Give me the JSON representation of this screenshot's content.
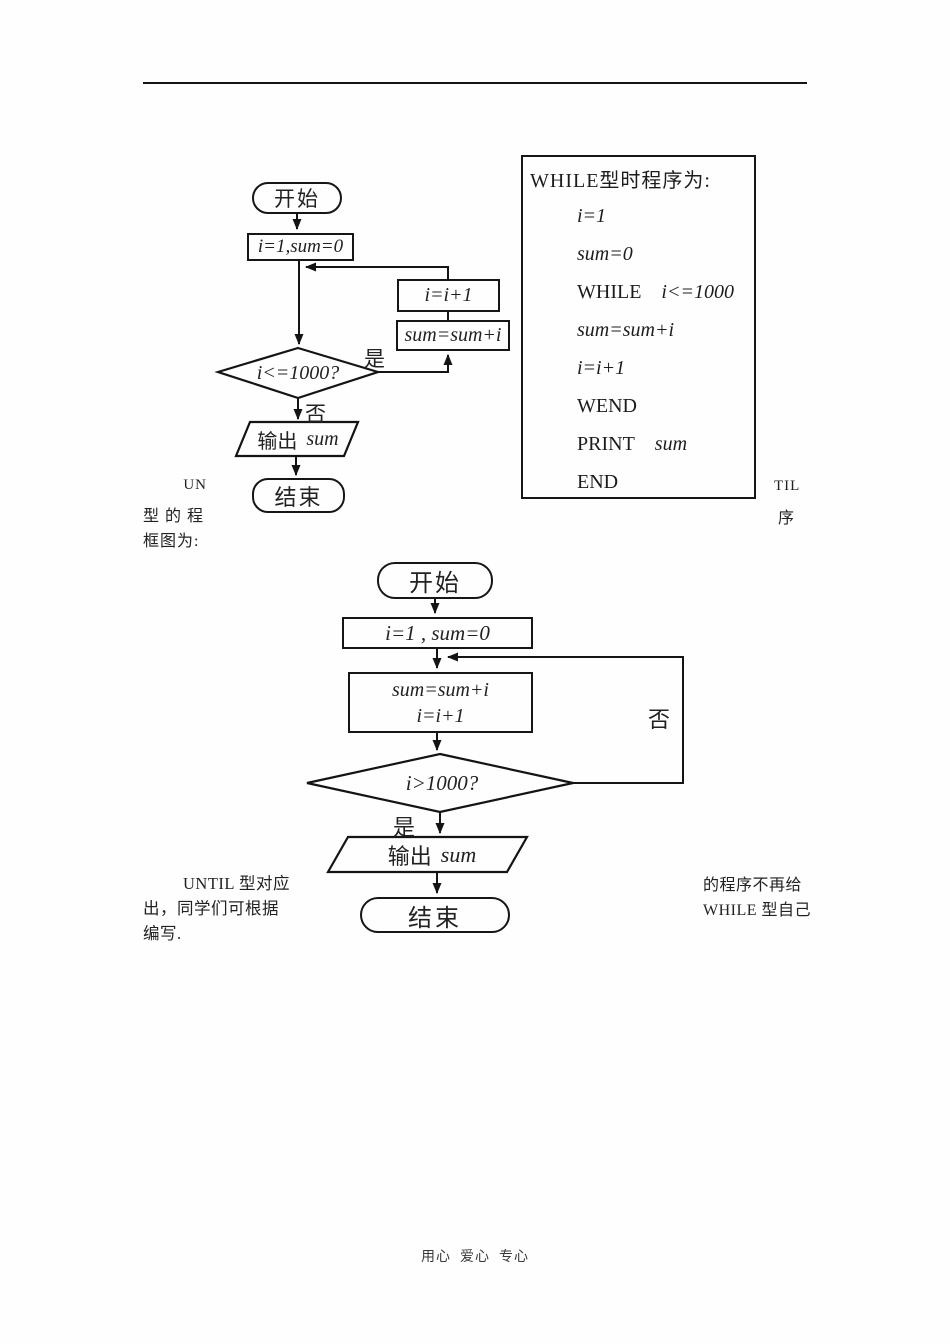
{
  "flowchart1": {
    "start_label": "开始",
    "init_label": "i=1,sum=0",
    "inc_label": "i=i+1",
    "acc_label": "sum=sum+i",
    "cond_label": "i<=1000?",
    "yes_label": "是",
    "no_label": "否",
    "output_cn": "输出",
    "output_var": "sum",
    "end_label": "结束"
  },
  "program_box": {
    "title": "WHILE型时程序为:",
    "lines": [
      {
        "kw": "",
        "expr": "i=1"
      },
      {
        "kw": "",
        "expr": "sum=0"
      },
      {
        "kw": "WHILE",
        "expr": "i<=1000"
      },
      {
        "kw": "",
        "expr": "sum=sum+i"
      },
      {
        "kw": "",
        "expr": "i=i+1"
      },
      {
        "kw": "WEND",
        "expr": ""
      },
      {
        "kw": "PRINT",
        "expr": "sum"
      },
      {
        "kw": "END",
        "expr": ""
      }
    ]
  },
  "wrap_text": {
    "un": "UN",
    "til": "TIL",
    "left_mid": "型 的 程",
    "right_mid": "序",
    "left_bottom": "框图为:"
  },
  "flowchart2": {
    "start_label": "开始",
    "init_label": "i=1 , sum=0",
    "body_line1": "sum=sum+i",
    "body_line2": "i=i+1",
    "cond_label": "i>1000?",
    "yes_label": "是",
    "no_label": "否",
    "output_cn": "输出",
    "output_var": "sum",
    "end_label": "结束"
  },
  "paragraphs": {
    "bottom_left_line1": "UNTIL 型对应",
    "bottom_left_line2": "出，同学们可根据",
    "bottom_left_line3": "编写.",
    "bottom_right_line1": "的程序不再给",
    "bottom_right_line2": "WHILE 型自己"
  },
  "footer": {
    "text": "用心  爱心  专心"
  }
}
